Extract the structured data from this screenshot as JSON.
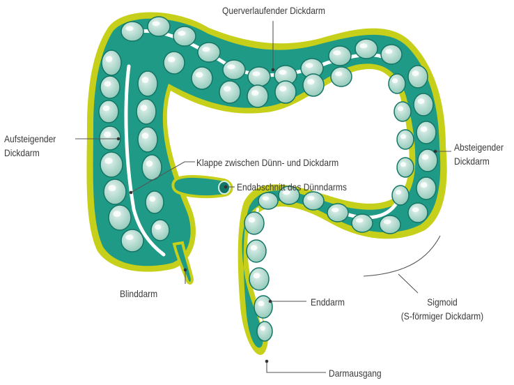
{
  "labels": {
    "transverse": "Querverlaufender Dickdarm",
    "ascending_line1": "Aufsteigender",
    "ascending_line2": "Dickdarm",
    "descending_line1": "Absteigender",
    "descending_line2": "Dickdarm",
    "valve": "Klappe zwischen Dünn- und Dickdarm",
    "ileum_end": "Endabschnitt des Dünndarms",
    "appendix": "Blinddarm",
    "rectum": "Enddarm",
    "sigmoid_line1": "Sigmoid",
    "sigmoid_line2": "(S-förmiger Dickdarm)",
    "anus": "Darmausgang"
  },
  "colors": {
    "outline": "#c6cf1a",
    "wall": "#1f9a86",
    "wall_dark": "#137565",
    "haustra": "#a9d6c9",
    "haustra_light": "#d7ede6",
    "highlight": "#ffffff"
  }
}
